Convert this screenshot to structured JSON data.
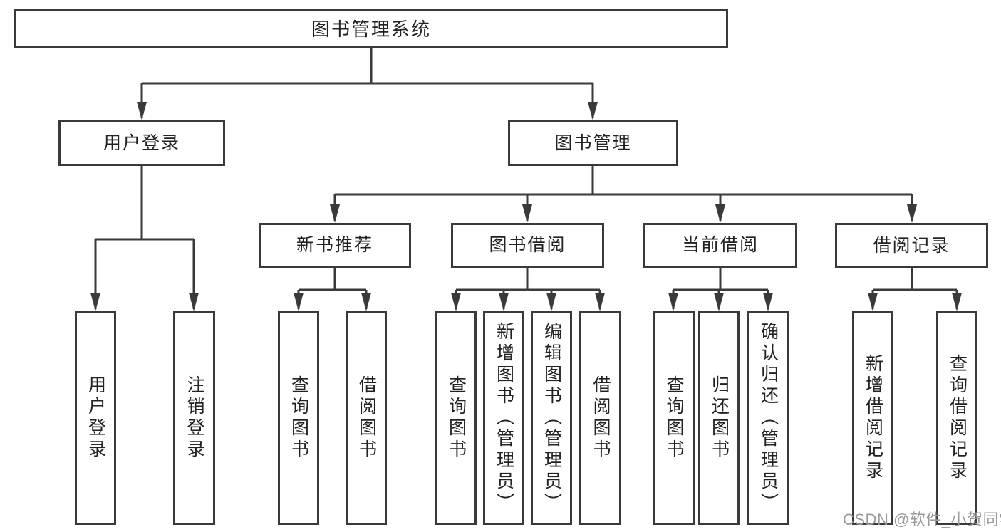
{
  "tree": {
    "label": "图书管理系统",
    "children": [
      {
        "label": "用户登录",
        "children": [
          {
            "label": "用户登录"
          },
          {
            "label": "注销登录"
          }
        ]
      },
      {
        "label": "图书管理",
        "children": [
          {
            "label": "新书推荐",
            "children": [
              {
                "label": "查询图书"
              },
              {
                "label": "借阅图书"
              }
            ]
          },
          {
            "label": "图书借阅",
            "children": [
              {
                "label": "查询图书"
              },
              {
                "label": "新增图书（管理员）"
              },
              {
                "label": "编辑图书（管理员）"
              },
              {
                "label": "借阅图书"
              }
            ]
          },
          {
            "label": "当前借阅",
            "children": [
              {
                "label": "查询图书"
              },
              {
                "label": "归还图书"
              },
              {
                "label": "确认归还（管理员）"
              }
            ]
          },
          {
            "label": "借阅记录",
            "children": [
              {
                "label": "新增借阅记录"
              },
              {
                "label": "查询借阅记录"
              }
            ]
          }
        ]
      }
    ]
  },
  "watermark": {
    "text": "CSDN @软件_小贺同学"
  },
  "colors": {
    "line": "#3a3a3a",
    "text": "#222222",
    "watermark": "#9a9a9a",
    "background": "#ffffff"
  }
}
